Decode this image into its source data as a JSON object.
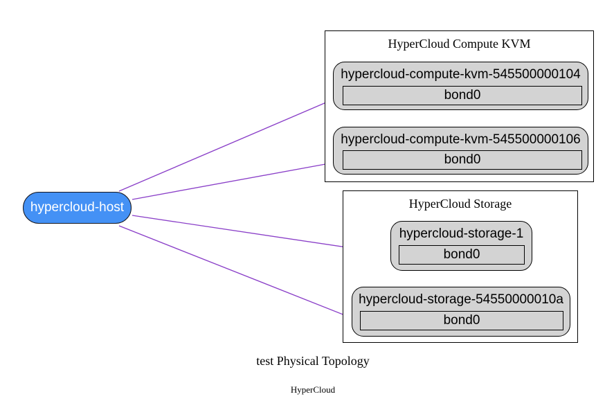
{
  "diagram": {
    "caption": "test Physical Topology",
    "watermark": "HyperCloud",
    "host": {
      "label": "hypercloud-host"
    },
    "clusters": [
      {
        "title": "HyperCloud Compute KVM",
        "nodes": [
          {
            "label": "hypercloud-compute-kvm-545500000104",
            "port": "bond0"
          },
          {
            "label": "hypercloud-compute-kvm-545500000106",
            "port": "bond0"
          }
        ]
      },
      {
        "title": "HyperCloud Storage",
        "nodes": [
          {
            "label": "hypercloud-storage-1",
            "port": "bond0"
          },
          {
            "label": "hypercloud-storage-54550000010a",
            "port": "bond0"
          }
        ]
      }
    ],
    "edges": [
      {
        "from": "hypercloud-host",
        "to": "hypercloud-compute-kvm-545500000104",
        "port": "bond0"
      },
      {
        "from": "hypercloud-host",
        "to": "hypercloud-compute-kvm-545500000106",
        "port": "bond0"
      },
      {
        "from": "hypercloud-host",
        "to": "hypercloud-storage-1",
        "port": "bond0"
      },
      {
        "from": "hypercloud-host",
        "to": "hypercloud-storage-54550000010a",
        "port": "bond0"
      }
    ],
    "colors": {
      "host_fill": "#4491f5",
      "host_text": "#ffffff",
      "node_fill": "#d3d3d3",
      "edge": "#8a3fc8",
      "border": "#000000"
    }
  }
}
